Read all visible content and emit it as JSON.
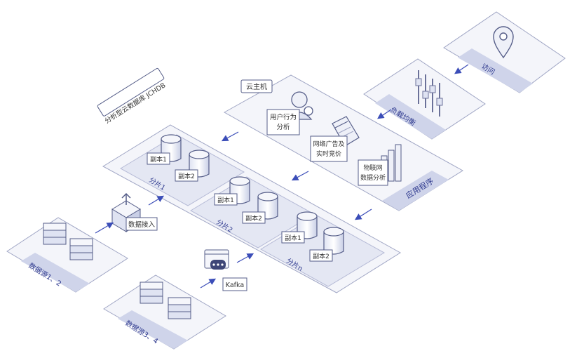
{
  "labels": {
    "access": "访问",
    "load_balance": "负载均衡",
    "cloud_host": "云主机",
    "user_behavior": [
      "用户行为",
      "分析"
    ],
    "online_ads": [
      "网络广告及",
      "实时竞价"
    ],
    "iot": [
      "物联网",
      "数据分析"
    ],
    "application": "应用程序",
    "cloud_db": "分析型云数据库 JCHDB",
    "shard1": "分片1",
    "shard2": "分片2",
    "shardn": "分片n",
    "replica1": "副本1",
    "replica2": "副本2",
    "data_ingest": "数据接入",
    "kafka": "Kafka",
    "source12": "数据源1、2",
    "source34": "数据源3、4"
  },
  "colors": {
    "platform_fill": "#f4f5fa",
    "platform_stroke": "#9fa5c4",
    "inner_fill": "#e4e7f3",
    "band": "#cfd4ea",
    "band_text": "#2f3a8f",
    "arrow": "#3b4db8",
    "ink": "#333333"
  }
}
